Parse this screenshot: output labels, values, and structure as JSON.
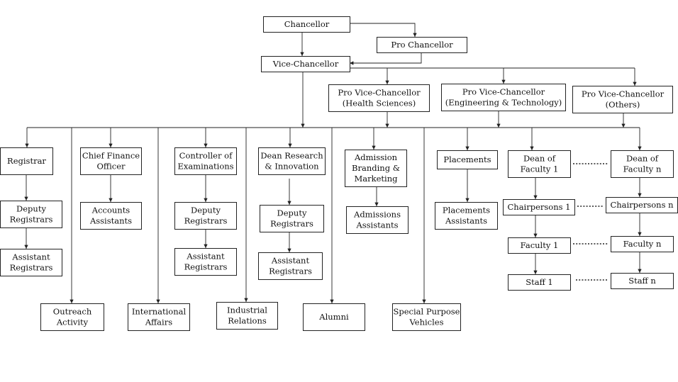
{
  "chart": {
    "nodes": {
      "chancellor": [
        "Chancellor"
      ],
      "pro_chancellor": [
        "Pro Chancellor"
      ],
      "vice_chancellor": [
        "Vice-Chancellor"
      ],
      "pvc_health": [
        "Pro Vice-Chancellor",
        "(Health Sciences)"
      ],
      "pvc_engineering": [
        "Pro Vice-Chancellor",
        "(Engineering & Technology)"
      ],
      "pvc_others": [
        "Pro Vice-Chancellor",
        "(Others)"
      ],
      "registrar": [
        "Registrar"
      ],
      "deputy_registrars_1": [
        "Deputy",
        "Registrars"
      ],
      "assistant_registrars_1": [
        "Assistant",
        "Registrars"
      ],
      "cfo": [
        "Chief Finance",
        "Officer"
      ],
      "accounts_assistants": [
        "Accounts",
        "Assistants"
      ],
      "controller_exams": [
        "Controller of",
        "Examinations"
      ],
      "deputy_registrars_2": [
        "Deputy",
        "Registrars"
      ],
      "assistant_registrars_2": [
        "Assistant",
        "Registrars"
      ],
      "dean_research": [
        "Dean Research",
        "& Innovation"
      ],
      "deputy_registrars_3": [
        "Deputy",
        "Registrars"
      ],
      "assistant_registrars_3": [
        "Assistant",
        "Registrars"
      ],
      "admission_branding": [
        "Admission",
        "Branding &",
        "Marketing"
      ],
      "admissions_assistants": [
        "Admissions",
        "Assistants"
      ],
      "placements": [
        "Placements"
      ],
      "placements_assistants": [
        "Placements",
        "Assistants"
      ],
      "dean_faculty_1": [
        "Dean of",
        "Faculty 1"
      ],
      "chairpersons_1": [
        "Chairpersons 1"
      ],
      "faculty_1": [
        "Faculty 1"
      ],
      "staff_1": [
        "Staff 1"
      ],
      "dean_faculty_n": [
        "Dean of",
        "Faculty n"
      ],
      "chairpersons_n": [
        "Chairpersons n"
      ],
      "faculty_n": [
        "Faculty n"
      ],
      "staff_n": [
        "Staff n"
      ],
      "outreach": [
        "Outreach",
        "Activity"
      ],
      "international": [
        "International",
        "Affairs"
      ],
      "industrial": [
        "Industrial",
        "Relations"
      ],
      "alumni": [
        "Alumni"
      ],
      "spv": [
        "Special Purpose",
        "Vehicles"
      ]
    }
  }
}
